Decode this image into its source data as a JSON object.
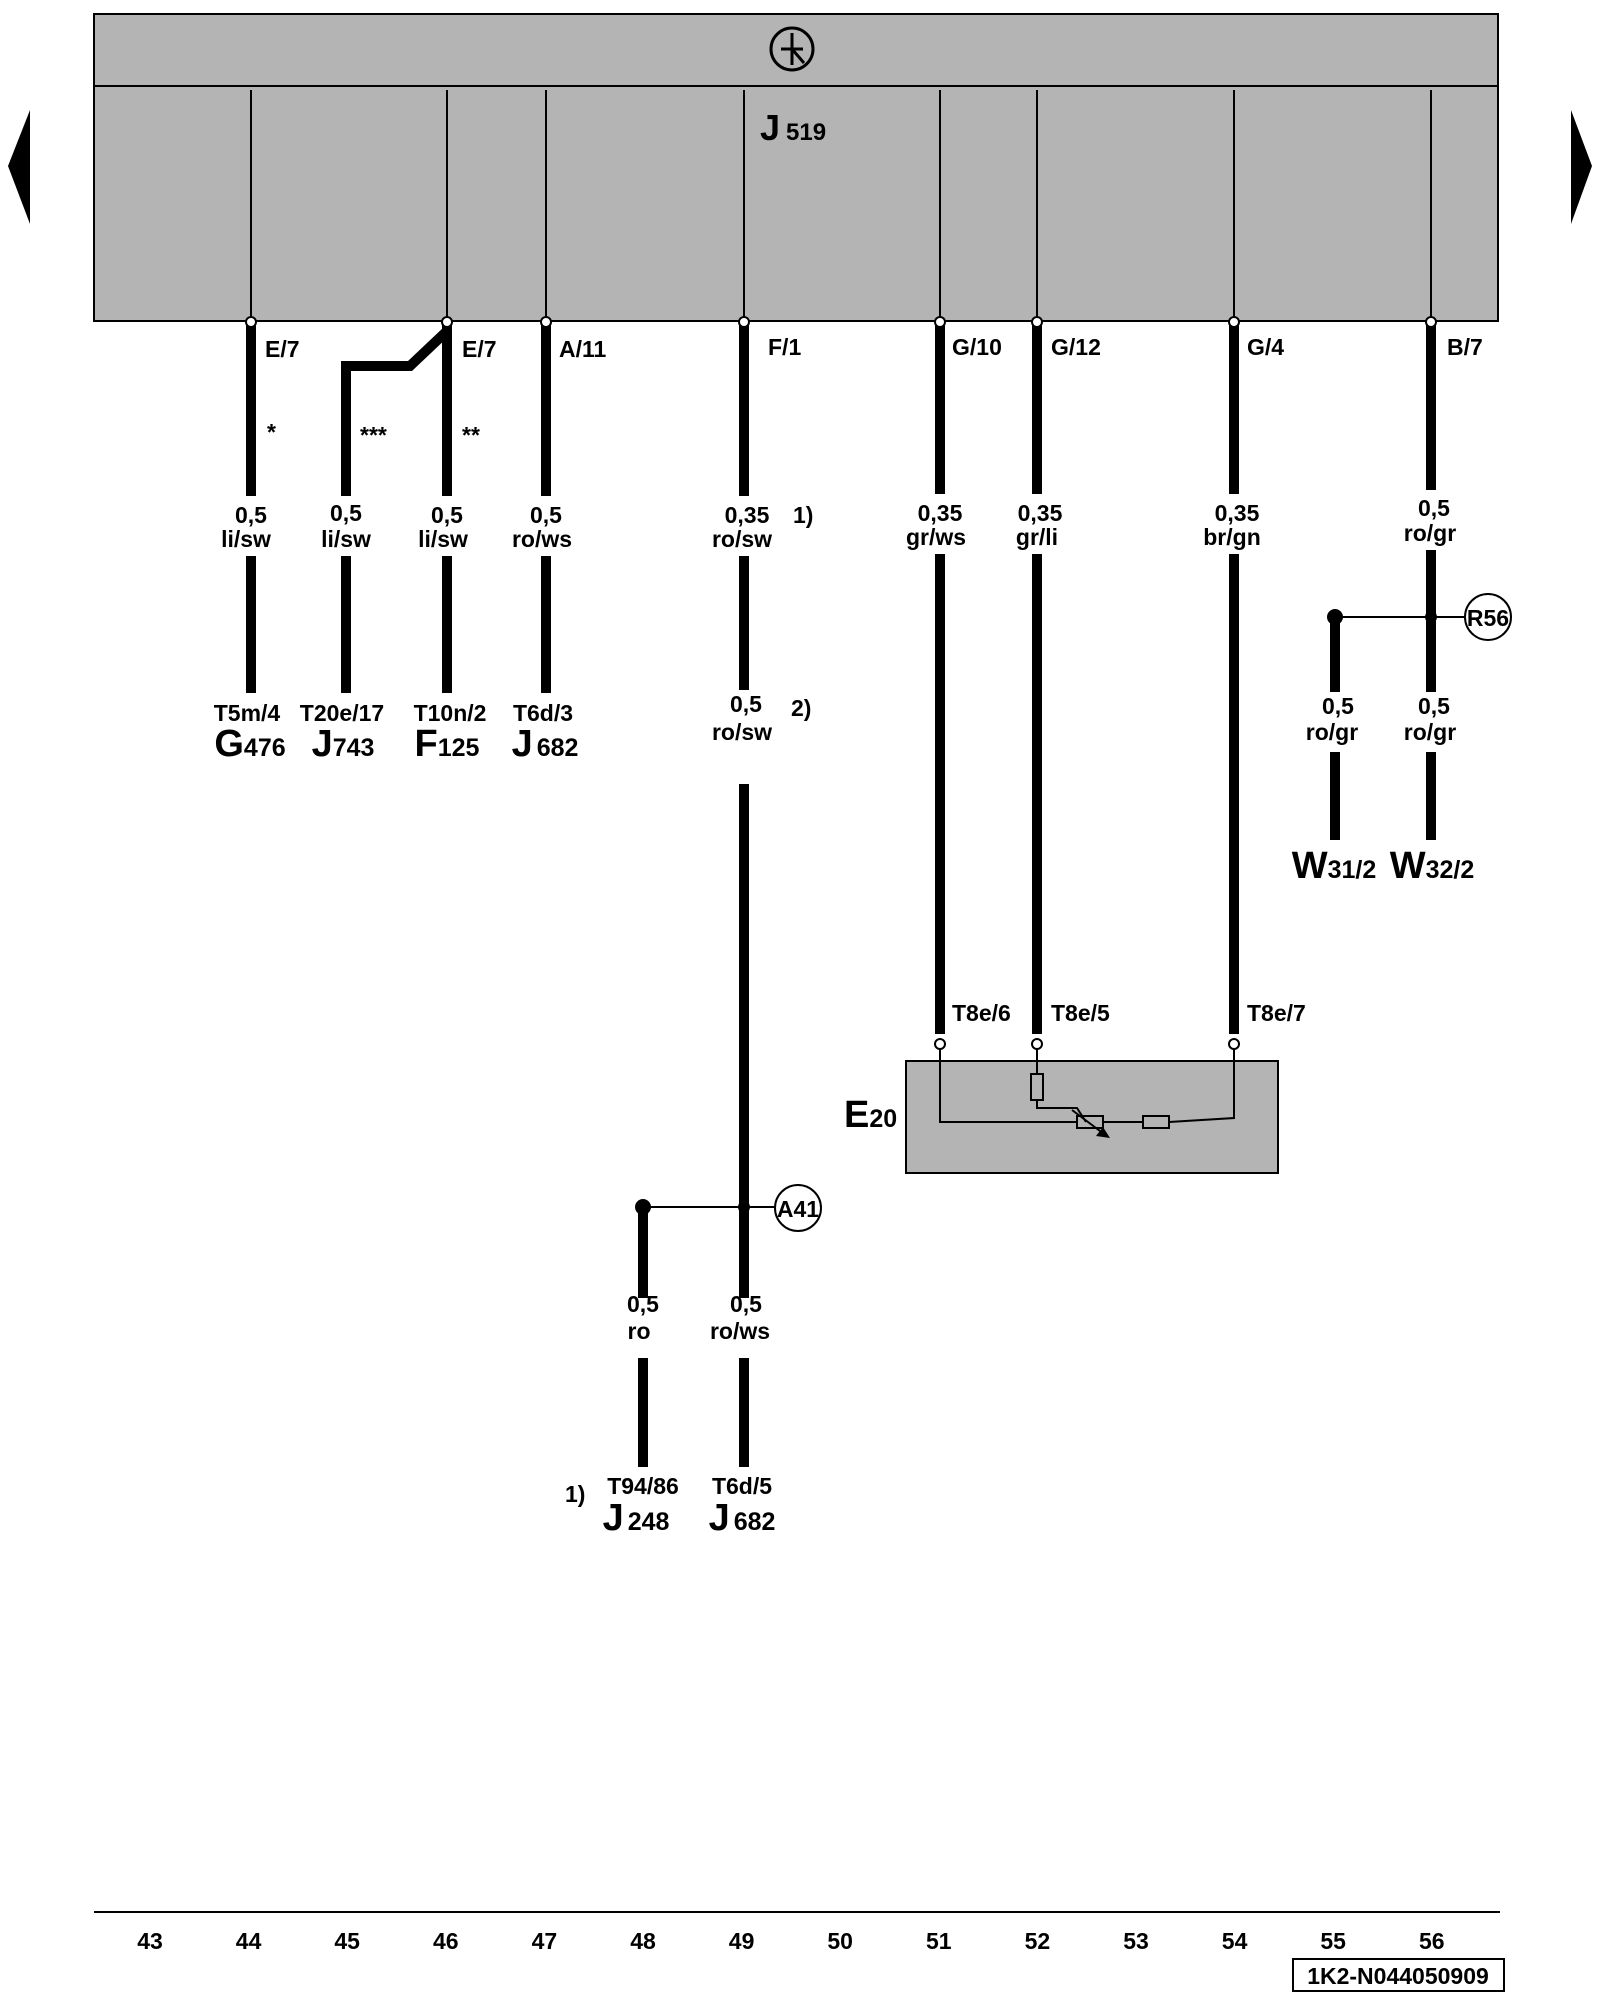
{
  "control_unit": {
    "name": "J",
    "sub": "519"
  },
  "pins": [
    "E/7",
    "E/7",
    "A/11",
    "F/1",
    "G/10",
    "G/12",
    "G/4",
    "B/7"
  ],
  "wires": {
    "c44": {
      "size": "0,5",
      "color": "li/sw",
      "star": "*"
    },
    "c45": {
      "size": "0,5",
      "color": "li/sw",
      "star": "***"
    },
    "c46": {
      "size": "0,5",
      "color": "li/sw",
      "star": "**"
    },
    "c47": {
      "size": "0,5",
      "color": "ro/ws"
    },
    "c49a": {
      "size": "0,35",
      "color": "ro/sw",
      "note": "1)"
    },
    "c49b": {
      "size": "0,5",
      "color": "ro/sw",
      "note": "2)"
    },
    "c51": {
      "size": "0,35",
      "color": "gr/ws"
    },
    "c52": {
      "size": "0,35",
      "color": "gr/li"
    },
    "c54": {
      "size": "0,35",
      "color": "br/gn"
    },
    "c56": {
      "size": "0,5",
      "color": "ro/gr"
    },
    "c55b": {
      "size": "0,5",
      "color": "ro/gr"
    },
    "c56b": {
      "size": "0,5",
      "color": "ro/gr"
    },
    "c48b": {
      "size": "0,5",
      "color": "ro"
    },
    "c49c": {
      "size": "0,5",
      "color": "ro/ws"
    }
  },
  "targets": {
    "t44": {
      "conn": "T5m/4",
      "name": "G",
      "sub": "476"
    },
    "t45": {
      "conn": "T20e/17",
      "name": "J",
      "sub": "743"
    },
    "t46": {
      "conn": "T10n/2",
      "name": "F",
      "sub": "125"
    },
    "t47": {
      "conn": "T6d/3",
      "name": "J",
      "sub": "682"
    },
    "t48": {
      "conn": "T94/86",
      "name": "J",
      "sub": "248",
      "note": "1)"
    },
    "t49": {
      "conn": "T6d/5",
      "name": "J",
      "sub": "682"
    },
    "t55": {
      "name": "W",
      "sub": "31/2"
    },
    "t56": {
      "name": "W",
      "sub": "32/2"
    }
  },
  "switch_unit": {
    "name": "E",
    "sub": "20",
    "pins": [
      "T8e/6",
      "T8e/5",
      "T8e/7"
    ]
  },
  "splices": {
    "a41": "A41",
    "r56": "R56"
  },
  "track_numbers": [
    "43",
    "44",
    "45",
    "46",
    "47",
    "48",
    "49",
    "50",
    "51",
    "52",
    "53",
    "54",
    "55",
    "56"
  ],
  "doc_id": "1K2-N044050909",
  "icons": {
    "left": "arrow-left-icon",
    "right": "arrow-right-icon",
    "header": "ground-symbol-icon"
  },
  "colors": {
    "unit_fill": "#b4b4b4",
    "wire": "#000000"
  }
}
